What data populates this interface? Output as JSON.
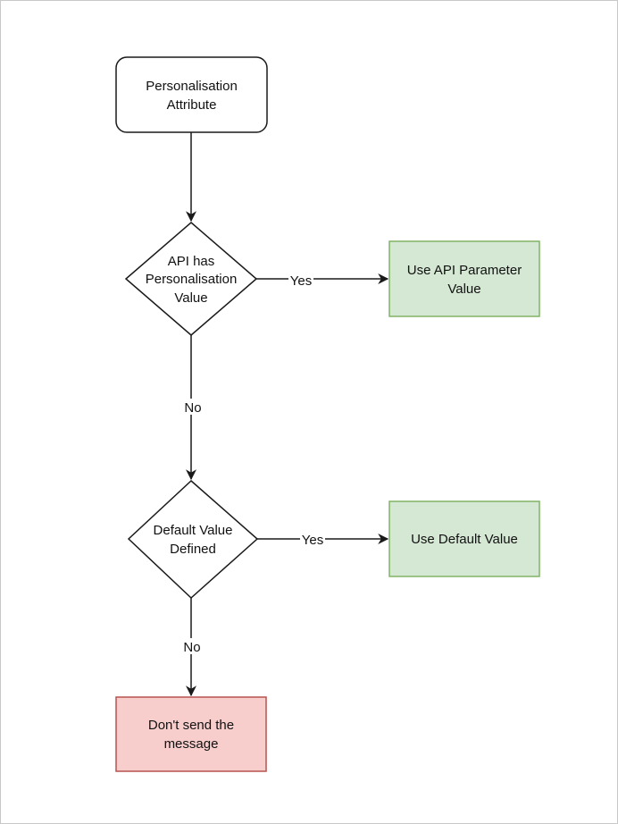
{
  "nodes": {
    "start": {
      "lines": [
        "Personalisation",
        "Attribute"
      ]
    },
    "decision_api": {
      "lines": [
        "API has",
        "Personalisation",
        "Value"
      ]
    },
    "use_api": {
      "lines": [
        "Use API Parameter",
        "Value"
      ]
    },
    "decision_default": {
      "lines": [
        "Default Value",
        "Defined"
      ]
    },
    "use_default": {
      "lines": [
        "Use Default Value"
      ]
    },
    "dont_send": {
      "lines": [
        "Don't send the",
        "message"
      ]
    }
  },
  "edges": {
    "api_yes": "Yes",
    "api_no": "No",
    "default_yes": "Yes",
    "default_no": "No"
  },
  "colors": {
    "stroke": "#1a1a1a",
    "green_fill": "#d5e8d4",
    "green_stroke": "#82b366",
    "red_fill": "#f8cecc",
    "red_stroke": "#b85450",
    "white_fill": "#ffffff"
  }
}
